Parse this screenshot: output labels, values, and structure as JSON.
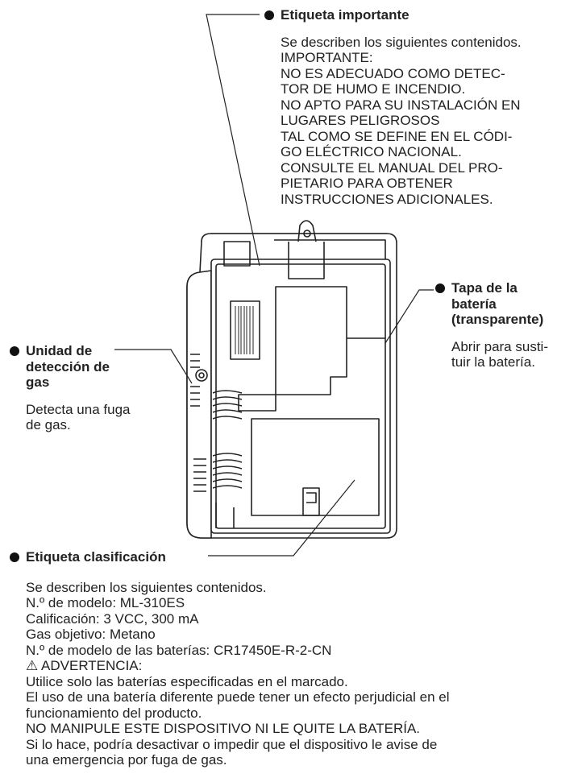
{
  "callouts": {
    "important_label": {
      "title": "Etiqueta importante",
      "body": [
        "Se describen los siguientes contenidos.",
        "IMPORTANTE:",
        "NO ES ADECUADO COMO DETEC-",
        "TOR DE HUMO E INCENDIO.",
        "NO APTO PARA SU INSTALACIÓN EN",
        "LUGARES PELIGROSOS",
        "TAL COMO SE DEFINE EN EL CÓDI-",
        "GO ELÉCTRICO NACIONAL.",
        "CONSULTE EL MANUAL DEL PRO-",
        "PIETARIO PARA OBTENER",
        "INSTRUCCIONES ADICIONALES."
      ]
    },
    "battery_cover": {
      "title": [
        "Tapa de la",
        "batería",
        "(transparente)"
      ],
      "body": [
        "Abrir para susti-",
        "tuir la batería."
      ]
    },
    "gas_unit": {
      "title": [
        "Unidad de",
        "detección de",
        "gas"
      ],
      "body": [
        "Detecta una fuga",
        "de gas."
      ]
    },
    "rating_label": {
      "title": "Etiqueta clasificación",
      "body": [
        "Se describen los siguientes contenidos.",
        "N.º de modelo: ML-310ES",
        "Calificación: 3 VCC, 300 mA",
        "Gas objetivo: Metano",
        "N.º de modelo de las baterías: CR17450E-R-2-CN",
        "⚠ ADVERTENCIA:",
        "Utilice solo las baterías especificadas en el marcado.",
        "El uso de una batería diferente puede tener un efecto perjudicial en el",
        "funcionamiento del producto.",
        "NO MANIPULE ESTE DISPOSITIVO NI LE QUITE LA BATERÍA.",
        "Si lo hace, podría desactivar o impedir que el dispositivo le avise de",
        "una emergencia por fuga de gas."
      ]
    }
  },
  "colors": {
    "line": "#222222",
    "device_fill": "#ffffff",
    "text": "#222222"
  }
}
